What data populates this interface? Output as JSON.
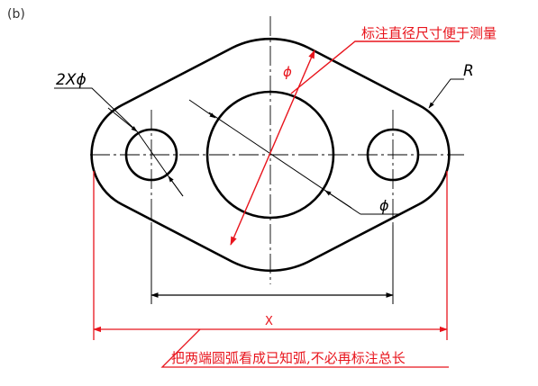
{
  "figure": {
    "panel_label": "(b)",
    "labels": {
      "holes_dim": "2Xϕ",
      "radius_dim": "R",
      "phi_diag": "ϕ",
      "phi_center": "ϕ",
      "length_dim": "X"
    },
    "notes": {
      "top": "标注直径尺寸便于测量",
      "bottom": "把两端圆弧看成已知弧,不必再标注总长"
    },
    "colors": {
      "ink": "#000000",
      "annotation": "#e8141c",
      "background": "#ffffff"
    }
  }
}
